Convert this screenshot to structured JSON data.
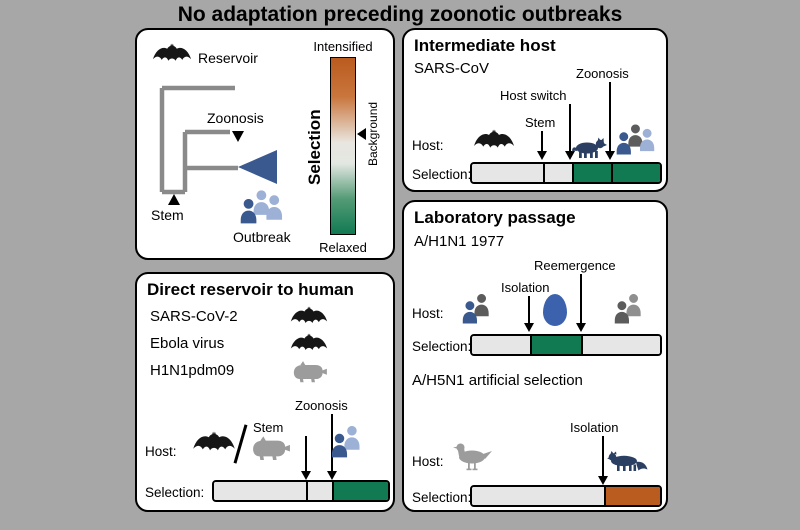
{
  "title": "No adaptation preceding zoonotic outbreaks",
  "colors": {
    "background": "#a7a7a7",
    "panel": "#ffffff",
    "green": "#117a53",
    "orange": "#ba5b1f",
    "bar_bg": "#e6e6e6",
    "blue": "#39598f",
    "light_blue": "#9db0d6",
    "navy": "#2b3f63",
    "gray_icon": "#9c9c9c",
    "dark_gray": "#5c5c5c",
    "tree": "#8a8a8a",
    "egg_blue": "#3c62ae"
  },
  "legend": {
    "reservoir": "Reservoir",
    "zoonosis": "Zoonosis",
    "stem": "Stem",
    "outbreak": "Outbreak",
    "scale_top": "Intensified",
    "scale_bottom": "Relaxed",
    "scale_axis": "Selection",
    "scale_mid": "Background"
  },
  "intermediate": {
    "title": "Intermediate host",
    "subtitle": "SARS-CoV",
    "host_label": "Host:",
    "selection_label": "Selection:",
    "ann_stem": "Stem",
    "ann_host_switch": "Host switch",
    "ann_zoonosis": "Zoonosis",
    "bar": [
      {
        "pct": 38,
        "type": "bg"
      },
      {
        "pct": 15,
        "type": "bg"
      },
      {
        "pct": 21,
        "type": "green"
      },
      {
        "pct": 26,
        "type": "green"
      }
    ]
  },
  "direct": {
    "title": "Direct reservoir to human",
    "viruses": [
      "SARS-CoV-2",
      "Ebola virus",
      "H1N1pdm09"
    ],
    "host_label": "Host:",
    "selection_label": "Selection:",
    "ann_stem": "Stem",
    "ann_zoonosis": "Zoonosis",
    "bar": [
      {
        "pct": 53,
        "type": "bg"
      },
      {
        "pct": 15,
        "type": "bg"
      },
      {
        "pct": 32,
        "type": "green"
      }
    ]
  },
  "lab": {
    "title": "Laboratory passage",
    "subtitle": "A/H1N1 1977",
    "host_label": "Host:",
    "selection_label": "Selection:",
    "ann_isolation": "Isolation",
    "ann_reemergence": "Reemergence",
    "bar": [
      {
        "pct": 31,
        "type": "bg"
      },
      {
        "pct": 27,
        "type": "green"
      },
      {
        "pct": 42,
        "type": "bg"
      }
    ],
    "h5n1": {
      "title": "A/H5N1 artificial selection",
      "host_label": "Host:",
      "selection_label": "Selection:",
      "ann_isolation": "Isolation",
      "bar": [
        {
          "pct": 70,
          "type": "bg"
        },
        {
          "pct": 30,
          "type": "orange"
        }
      ]
    }
  },
  "icons": {
    "legend_reservoir": "bat-icon",
    "legend_outbreak": "people-group-icon",
    "intermediate_hosts": [
      "bat-icon",
      "civet-icon",
      "people-group-icon"
    ],
    "direct_virus_icons": [
      "bat-icon",
      "bat-icon",
      "pig-icon"
    ],
    "direct_hosts": [
      "bat-icon",
      "pig-icon",
      "people-group-icon"
    ],
    "lab_hosts": [
      "people-group-icon",
      "egg-icon",
      "people-group-icon"
    ],
    "h5n1_hosts": [
      "gull-icon",
      "ferret-icon"
    ]
  }
}
